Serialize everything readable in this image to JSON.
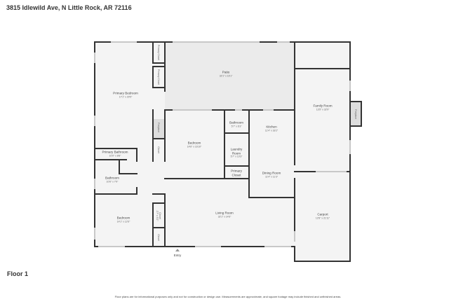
{
  "header": {
    "address": "3815 Idlewild Ave, N Little Rock, AR 72116"
  },
  "floor_label": "Floor 1",
  "entry_label": "Entry",
  "disclaimer": "Floor plans are for informational purposes only and not for construction or design use. Measurements are approximate, and square footage may include finished and unfinished areas.",
  "rooms": [
    {
      "name": "Patio",
      "dims": "32'1\" x 16'1\""
    },
    {
      "name": "Primary Bedroom",
      "dims": "17'1\" x 29'5\""
    },
    {
      "name": "Primary Closet",
      "dims": ""
    },
    {
      "name": "Primary Closet",
      "dims": ""
    },
    {
      "name": "Fireplace",
      "dims": ""
    },
    {
      "name": "Closet",
      "dims": ""
    },
    {
      "name": "Bedroom",
      "dims": "14'6\" x 16'10\""
    },
    {
      "name": "Bathroom",
      "dims": "5'7\" x 6'3\""
    },
    {
      "name": "Laundry Room",
      "dims": "5'7\" x 10'3\""
    },
    {
      "name": "Primary Closet",
      "dims": ""
    },
    {
      "name": "Kitchen",
      "dims": "11'4\" x 18'2\""
    },
    {
      "name": "Dining Room",
      "dims": "11'4\" x 11'3\""
    },
    {
      "name": "Family Room",
      "dims": "13'5\" x 32'9\""
    },
    {
      "name": "Fireplace",
      "dims": ""
    },
    {
      "name": "Primary Bathroom",
      "dims": "10'0\" x 8'8\""
    },
    {
      "name": "Bathroom",
      "dims": "10'6\" x 7'9\""
    },
    {
      "name": "Bedroom",
      "dims": "14'1\" x 12'6\""
    },
    {
      "name": "Closet",
      "dims": "2'7\" x 5'2\""
    },
    {
      "name": "Closet",
      "dims": ""
    },
    {
      "name": "Living Room",
      "dims": "32'1\" x 14'6\""
    },
    {
      "name": "Carport",
      "dims": "12'8\" x 21'11\""
    }
  ],
  "colors": {
    "wall": "#333333",
    "floor": "#f4f4f4",
    "window": "#c8c8c8",
    "patio": "#ebebeb"
  }
}
